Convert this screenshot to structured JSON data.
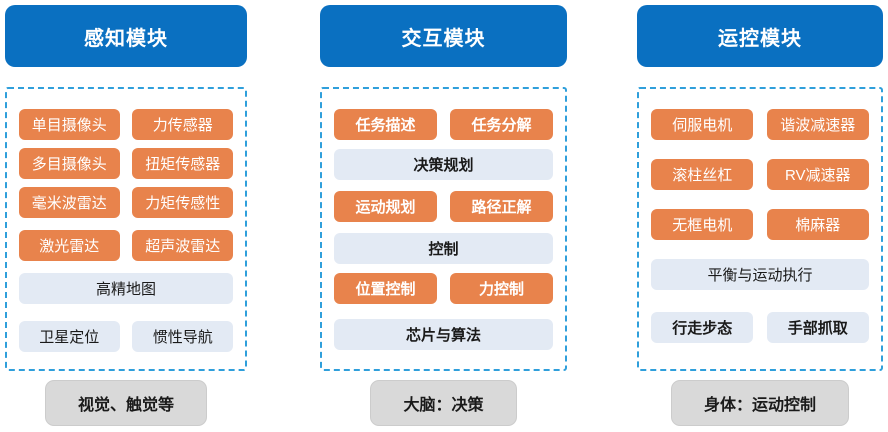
{
  "colors": {
    "blue": "#0a70c1",
    "dash": "#2f9fdb",
    "orange": "#e8834c",
    "chipbg": "#e3eaf4",
    "footerbg": "#d9d9d9",
    "ink": "#1a1a1a"
  },
  "columns": [
    {
      "header": "感知模块",
      "chips": [
        "单目摄像头",
        "力传感器",
        "多目摄像头",
        "扭矩传感器",
        "毫米波雷达",
        "力矩传感性",
        "激光雷达",
        "超声波雷达",
        "高精地图",
        "卫星定位",
        "惯性导航"
      ],
      "footer": "视觉、触觉等"
    },
    {
      "header": "交互模块",
      "chips": [
        "任务描述",
        "任务分解",
        "决策规划",
        "运动规划",
        "路径正解",
        "控制",
        "位置控制",
        "力控制",
        "芯片与算法"
      ],
      "footer": "大脑：决策"
    },
    {
      "header": "运控模块",
      "chips": [
        "伺服电机",
        "谐波减速器",
        "滚柱丝杠",
        "RV减速器",
        "无框电机",
        "棉麻器",
        "平衡与运动执行",
        "行走步态",
        "手部抓取"
      ],
      "footer": "身体：运动控制"
    }
  ]
}
